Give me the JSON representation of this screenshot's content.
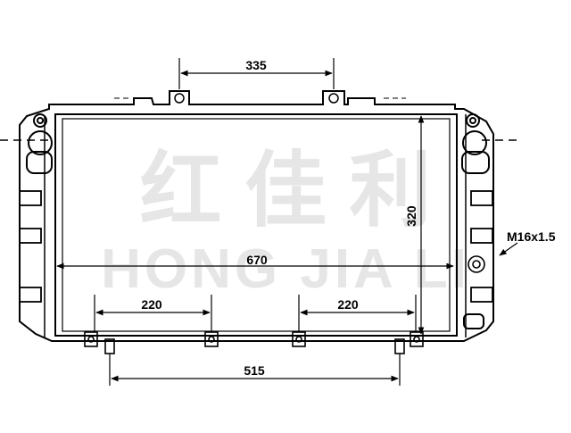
{
  "watermark": {
    "chinese": "红 佳 利",
    "latin": "HONG JIA LI"
  },
  "dimensions": {
    "top_mount_spacing": "335",
    "core_height": "320",
    "core_width": "670",
    "lower_left_spacing": "220",
    "lower_right_spacing": "220",
    "bottom_mount_spacing": "515"
  },
  "thread_callout": "M16x1.5",
  "colors": {
    "line": "#000000",
    "watermark": "#e6e6e6",
    "background": "#ffffff"
  }
}
